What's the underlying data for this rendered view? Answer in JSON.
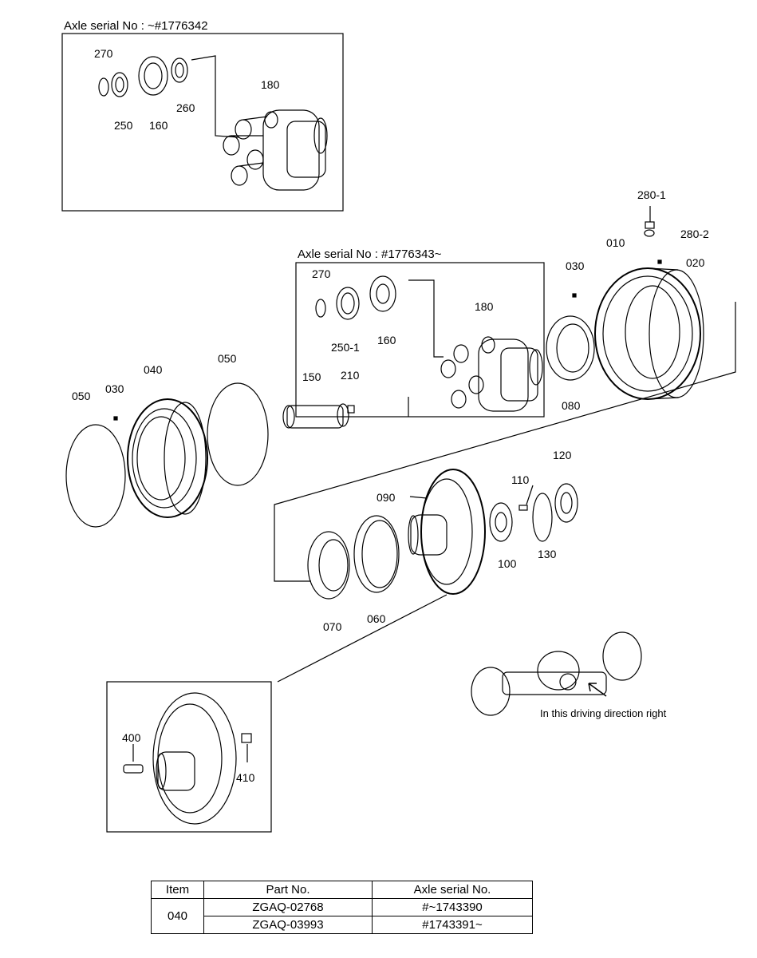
{
  "insets": {
    "top": {
      "title": "Axle serial No : ~#1776342"
    },
    "mid": {
      "title": "Axle serial No : #1776343~"
    }
  },
  "labels": {
    "l270a": "270",
    "l250": "250",
    "l160a": "160",
    "l260": "260",
    "l180a": "180",
    "l280_1": "280-1",
    "l280_2": "280-2",
    "l010": "010",
    "l020": "020",
    "l030a": "030",
    "l270b": "270",
    "l250_1": "250-1",
    "l160b": "160",
    "l180b": "180",
    "l080": "080",
    "l050a": "050",
    "l030b": "030",
    "l040": "040",
    "l050b": "050",
    "l150": "150",
    "l210": "210",
    "l090": "090",
    "l110": "110",
    "l120": "120",
    "l100": "100",
    "l130": "130",
    "l070": "070",
    "l060": "060",
    "l400": "400",
    "l410": "410"
  },
  "axle_note": "In this driving direction right",
  "parts_table": {
    "headers": [
      "Item",
      "Part No.",
      "Axle serial No."
    ],
    "item": "040",
    "rows": [
      {
        "part_no": "ZGAQ-02768",
        "serial": "#~1743390"
      },
      {
        "part_no": "ZGAQ-03993",
        "serial": "#1743391~"
      }
    ]
  }
}
